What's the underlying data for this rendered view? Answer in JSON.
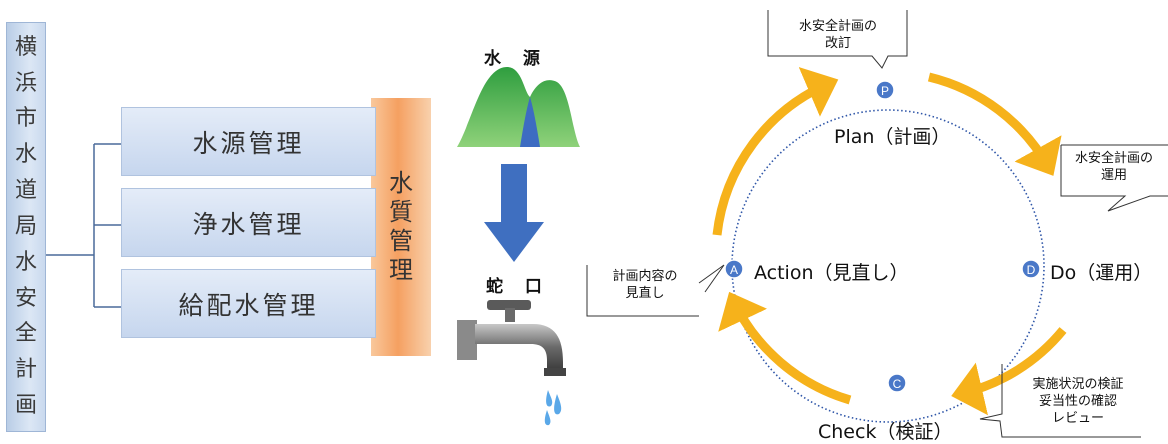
{
  "left_panel": {
    "title_chars": [
      "横",
      "浜",
      "市",
      "水",
      "道",
      "局",
      "水",
      "安",
      "全",
      "計",
      "画"
    ],
    "management_items": [
      "水源管理",
      "浄水管理",
      "給配水管理"
    ],
    "quality_chars": [
      "水",
      "質",
      "管",
      "理"
    ],
    "source_label": "水 源",
    "tap_label": "蛇 口"
  },
  "cycle": {
    "phases": {
      "plan": {
        "marker": "P",
        "label": "Plan（計画）"
      },
      "do": {
        "marker": "D",
        "label": "Do（運用）"
      },
      "check": {
        "marker": "C",
        "label": "Check（検証）"
      },
      "action": {
        "marker": "A",
        "label": "Action（見直し）"
      }
    },
    "callouts": {
      "revise": [
        "水安全計画の",
        "改訂"
      ],
      "operate": [
        "水安全計画の",
        "運用"
      ],
      "review_plan": [
        "計画内容の",
        "見直し"
      ],
      "verify": [
        "実施状況の検証",
        "妥当性の確認",
        "レビュー"
      ]
    }
  },
  "colors": {
    "arrow_orange": "#f6b21b",
    "marker_blue": "#4a78c8",
    "flow_arrow_blue": "#3f6fc0",
    "mountain_green": "#3aaa4a",
    "quality_orange": "#f5a061",
    "box_blue": "#c6d6ee"
  }
}
